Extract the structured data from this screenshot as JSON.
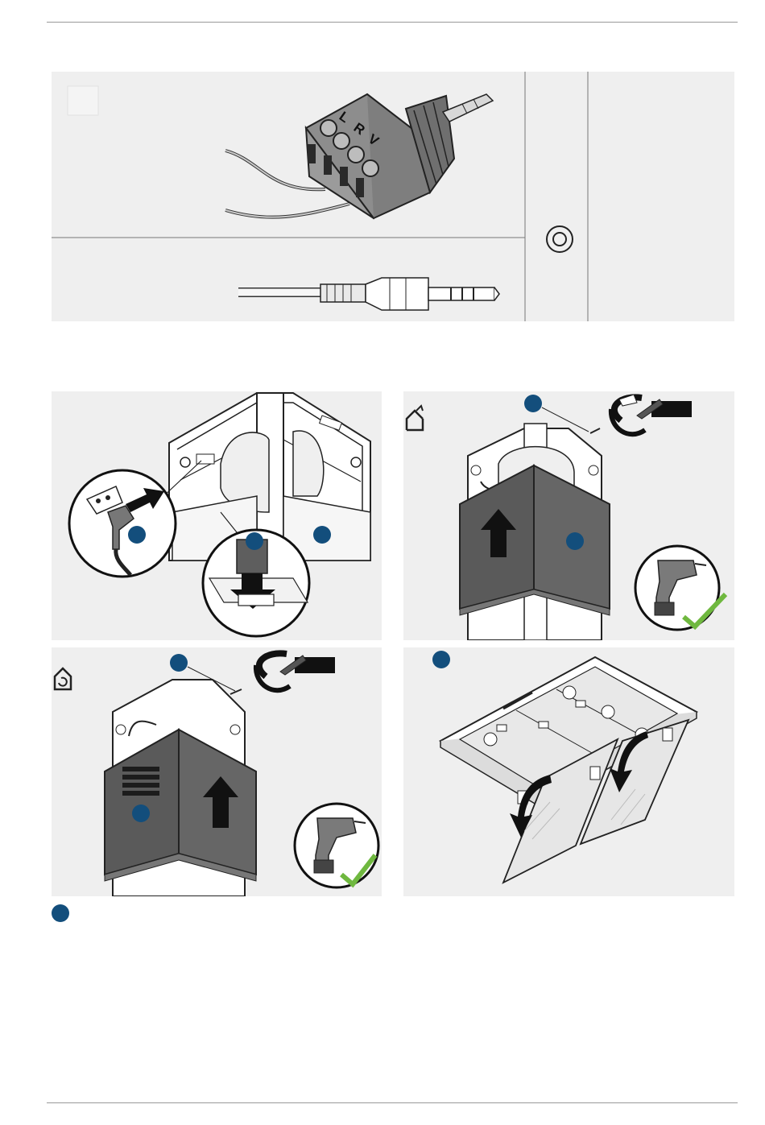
{
  "jack_terminal": {
    "letters": [
      "L",
      "R",
      "V"
    ]
  },
  "panel_colors": {
    "background": "#efefef",
    "badge": "#134e7c",
    "check": "#6fb83f",
    "hood_dark": "#5a5a5a"
  },
  "icons": {
    "outdoor": "house-outline-icon",
    "recirculation": "house-recirculation-icon",
    "screwdriver": "screwdriver-icon",
    "drill": "cordless-drill-icon",
    "approved": "green-check-icon",
    "jack_socket": "audio-socket-icon"
  }
}
